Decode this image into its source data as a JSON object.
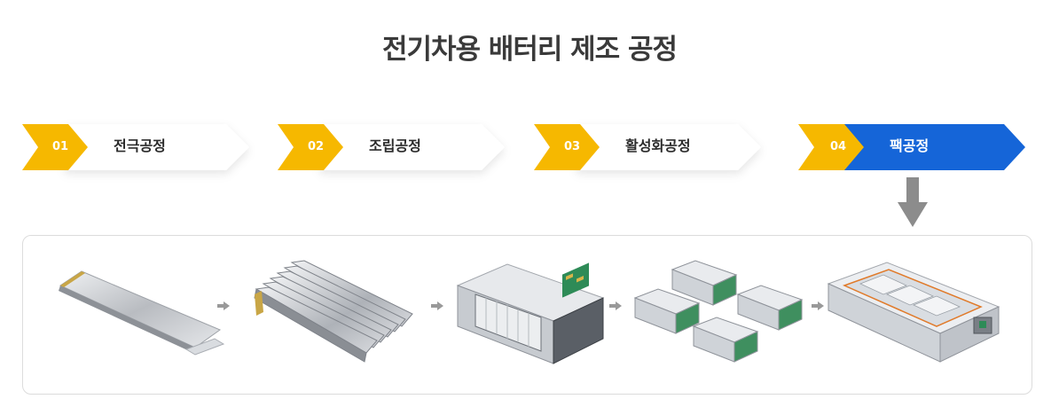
{
  "title": "전기차용 배터리 제조 공정",
  "steps": [
    {
      "number": "01",
      "label": "전극공정",
      "active": false
    },
    {
      "number": "02",
      "label": "조립공정",
      "active": false
    },
    {
      "number": "03",
      "label": "활성화공정",
      "active": false
    },
    {
      "number": "04",
      "label": "팩공정",
      "active": true
    }
  ],
  "colors": {
    "accent_yellow": "#f6b800",
    "accent_blue": "#1565d8",
    "title_text": "#3a3a3a",
    "arrow_gray": "#8c8c8c"
  },
  "images": [
    {
      "name": "electrode-sheet"
    },
    {
      "name": "stacked-cells"
    },
    {
      "name": "battery-module"
    },
    {
      "name": "module-group"
    },
    {
      "name": "battery-pack"
    }
  ]
}
